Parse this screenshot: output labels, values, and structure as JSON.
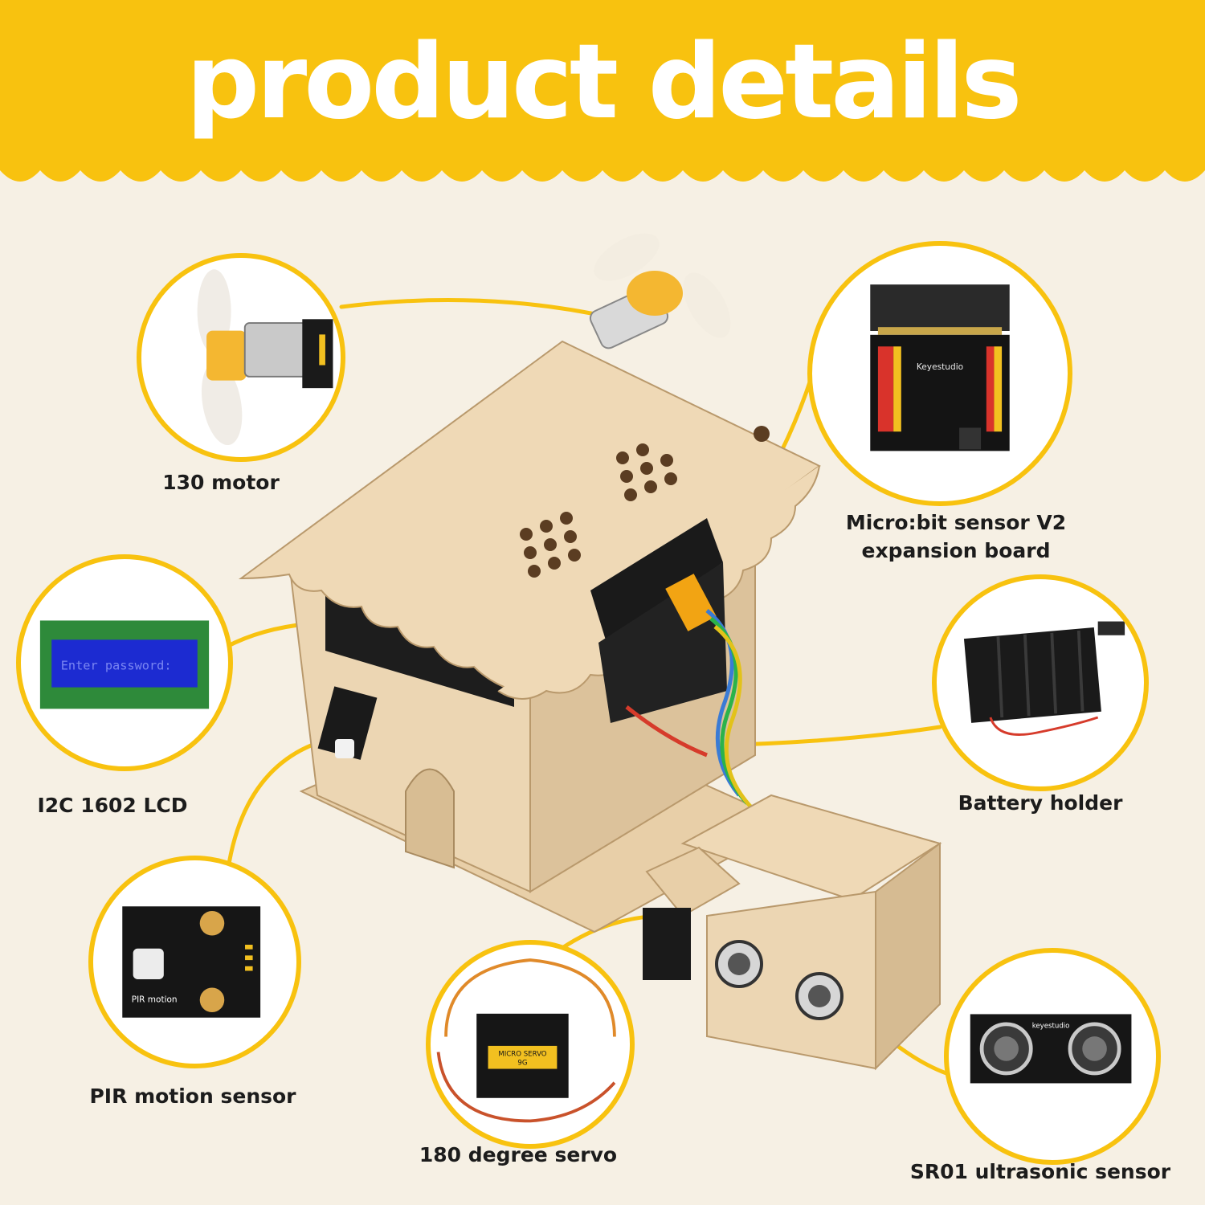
{
  "header": {
    "title": "product details",
    "accent_color": "#f8c20f",
    "background_color": "#f6f0e4"
  },
  "components": [
    {
      "label": "130 motor",
      "icon": "fan-motor-icon"
    },
    {
      "label_line1": "Micro:bit sensor V2",
      "label_line2": "expansion board",
      "icon": "expansion-board-icon"
    },
    {
      "label": "I2C 1602 LCD",
      "icon": "lcd-display-icon",
      "lcd_text": "Enter password:"
    },
    {
      "label": "Battery holder",
      "icon": "battery-holder-icon"
    },
    {
      "label": "PIR motion sensor",
      "icon": "pir-sensor-icon",
      "board_text": "PIR motion"
    },
    {
      "label": "180 degree servo",
      "icon": "servo-icon",
      "board_text_1": "MICRO SERVO",
      "board_text_2": "9G"
    },
    {
      "label": "SR01 ultrasonic sensor",
      "icon": "ultrasonic-sensor-icon",
      "board_text": "keyestudio"
    }
  ],
  "board_brand": "Keyestudio"
}
